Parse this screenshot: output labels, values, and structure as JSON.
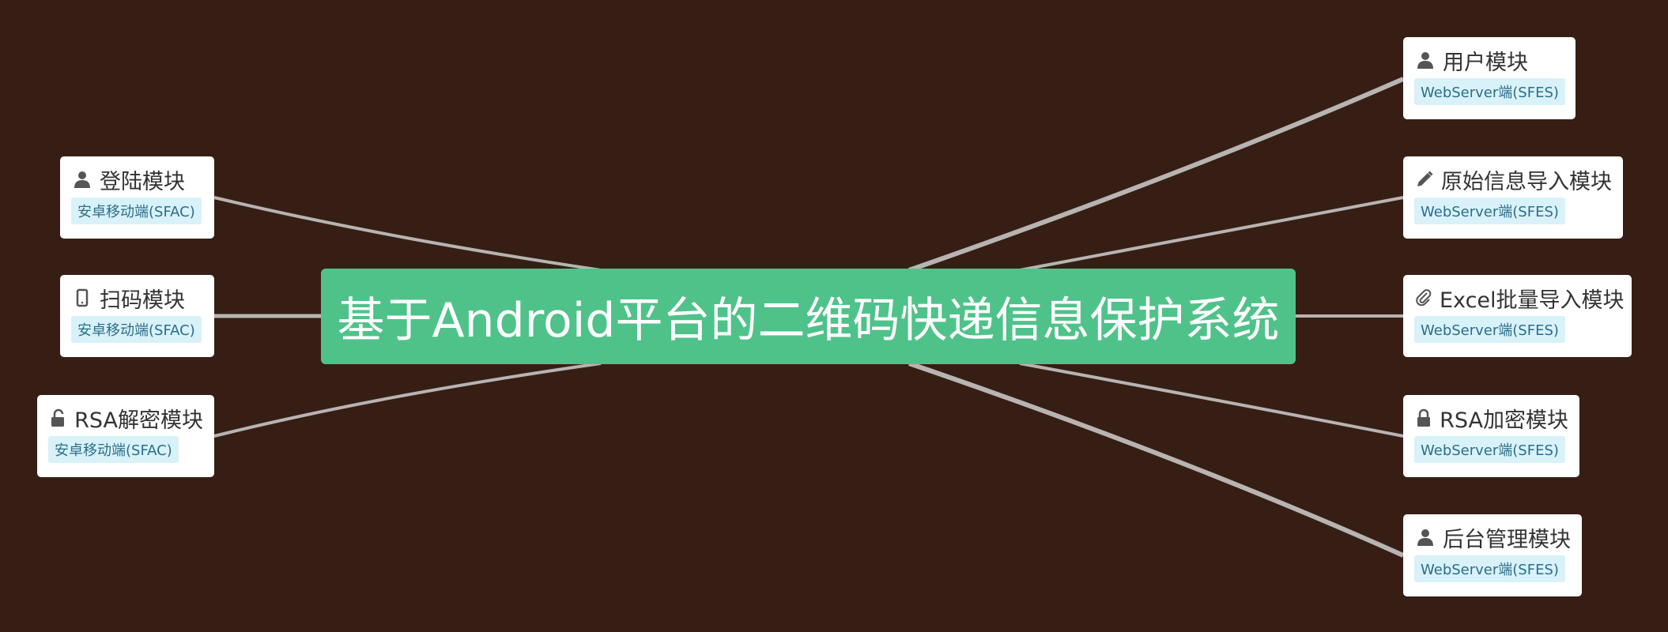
{
  "colors": {
    "background": "#361e14",
    "center": "#4fc28a",
    "link": "#b7b4b2",
    "tag_bg": "#d9f1f9"
  },
  "center": {
    "title": "基于Android平台的二维码快递信息保护系统"
  },
  "left_nodes": [
    {
      "title": "登陆模块",
      "tag": "安卓移动端(SFAC)",
      "icon": "user-icon"
    },
    {
      "title": "扫码模块",
      "tag": "安卓移动端(SFAC)",
      "icon": "phone-icon"
    },
    {
      "title": "RSA解密模块",
      "tag": "安卓移动端(SFAC)",
      "icon": "unlock-icon"
    }
  ],
  "right_nodes": [
    {
      "title": "用户模块",
      "tag": "WebServer端(SFES)",
      "icon": "user-icon"
    },
    {
      "title": "原始信息导入模块",
      "tag": "WebServer端(SFES)",
      "icon": "pencil-icon"
    },
    {
      "title": "Excel批量导入模块",
      "tag": "WebServer端(SFES)",
      "icon": "paperclip-icon"
    },
    {
      "title": "RSA加密模块",
      "tag": "WebServer端(SFES)",
      "icon": "lock-icon"
    },
    {
      "title": "后台管理模块",
      "tag": "WebServer端(SFES)",
      "icon": "user-icon"
    }
  ]
}
